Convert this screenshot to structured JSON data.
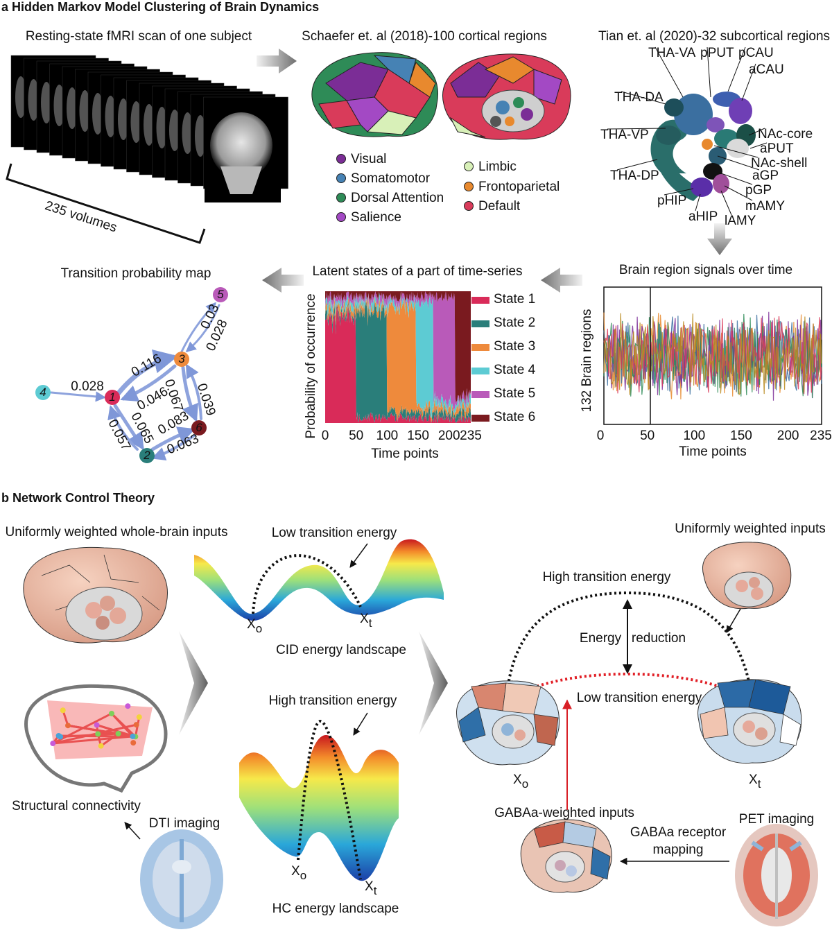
{
  "panel_a": {
    "heading": "a Hidden Markov Model Clustering of Brain Dynamics",
    "fmri": {
      "title": "Resting-state fMRI scan of one subject",
      "volumes_label": "235 volumes"
    },
    "schaefer": {
      "title": "Schaefer et. al (2018)-100 cortical regions",
      "networks": [
        {
          "label": "Visual",
          "color": "#7b2d96"
        },
        {
          "label": "Somatomotor",
          "color": "#4682b4"
        },
        {
          "label": "Dorsal Attention",
          "color": "#2e8b57"
        },
        {
          "label": "Salience",
          "color": "#a349c4"
        },
        {
          "label": "Limbic",
          "color": "#d8f0b8"
        },
        {
          "label": "Frontoparietal",
          "color": "#e8892e"
        },
        {
          "label": "Default",
          "color": "#d93b5a"
        }
      ]
    },
    "tian": {
      "title": "Tian et. al (2020)-32 subcortical regions",
      "regions": [
        "THA-VA",
        "pPUT",
        "pCAU",
        "aCAU",
        "THA-DA",
        "THA-VP",
        "NAc-core",
        "aPUT",
        "NAc-shell",
        "aGP",
        "THA-DP",
        "pGP",
        "mAMY",
        "pHIP",
        "aHIP",
        "lAMY"
      ]
    },
    "signals": {
      "title": "Brain region signals over time",
      "ylabel": "132 Brain regions",
      "xlabel": "Time points",
      "xticks": [
        "0",
        "50",
        "100",
        "150",
        "200",
        "235"
      ]
    },
    "latent": {
      "title": "Latent states of a part of time-series",
      "ylabel": "Probability of occurrence",
      "xlabel": "Time points",
      "xticks": [
        "0",
        "50",
        "100",
        "150",
        "200",
        "235"
      ],
      "states": [
        {
          "label": "State 1",
          "color": "#d92b59"
        },
        {
          "label": "State 2",
          "color": "#2a7e7a"
        },
        {
          "label": "State 3",
          "color": "#ee8a3c"
        },
        {
          "label": "State 4",
          "color": "#5dcbd3"
        },
        {
          "label": "State 5",
          "color": "#b95ab9"
        },
        {
          "label": "State 6",
          "color": "#7a1a1f"
        }
      ]
    },
    "transition": {
      "title": "Transition probability map",
      "nodes": [
        "1",
        "2",
        "3",
        "4",
        "5",
        "6"
      ],
      "edge_labels": [
        "0.028",
        "0.116",
        "0.046",
        "0.03",
        "0.028",
        "0.067",
        "0.039",
        "0.065",
        "0.083",
        "0.057",
        "0.063"
      ]
    }
  },
  "panel_b": {
    "heading": "b Network Control Theory",
    "uniform_whole": "Uniformly weighted whole-brain inputs",
    "structural": "Structural connectivity",
    "dti": "DTI imaging",
    "cid": {
      "energy": "Low transition energy",
      "landscape": "CID energy landscape",
      "x0": "X",
      "x0_sub": "o",
      "xt": "X",
      "xt_sub": "t"
    },
    "hc": {
      "energy": "High transition energy",
      "landscape": "HC energy landscape",
      "x0": "X",
      "x0_sub": "o",
      "xt": "X",
      "xt_sub": "t"
    },
    "right": {
      "uniform": "Uniformly weighted inputs",
      "high": "High transition energy",
      "energy": "Energy",
      "reduction": "reduction",
      "low": "Low transition energy",
      "x0": "X",
      "x0_sub": "o",
      "xt": "X",
      "xt_sub": "t",
      "gaba_inputs": "GABAa-weighted inputs",
      "pet": "PET imaging",
      "mapping_1": "GABAa receptor",
      "mapping_2": "mapping"
    }
  }
}
